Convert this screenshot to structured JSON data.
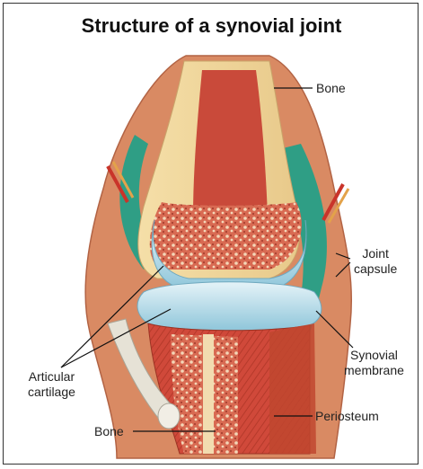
{
  "diagram": {
    "title": "Structure of a synovial joint",
    "labels": {
      "bone_top": "Bone",
      "joint_capsule_line1": "Joint",
      "joint_capsule_line2": "capsule",
      "synovial_line1": "Synovial",
      "synovial_line2": "membrane",
      "articular_line1": "Articular",
      "articular_line2": "cartilage",
      "periosteum": "Periosteum",
      "bone_bottom": "Bone"
    }
  },
  "colors": {
    "capsule": "#d9855c",
    "bone_cortex": "#f1d9a4",
    "marrow": "#c94a3a",
    "spongy": "#d56752",
    "cartilage": "#bcdde8",
    "synovial": "#2f9e85",
    "periosteum": "#c0472f"
  }
}
